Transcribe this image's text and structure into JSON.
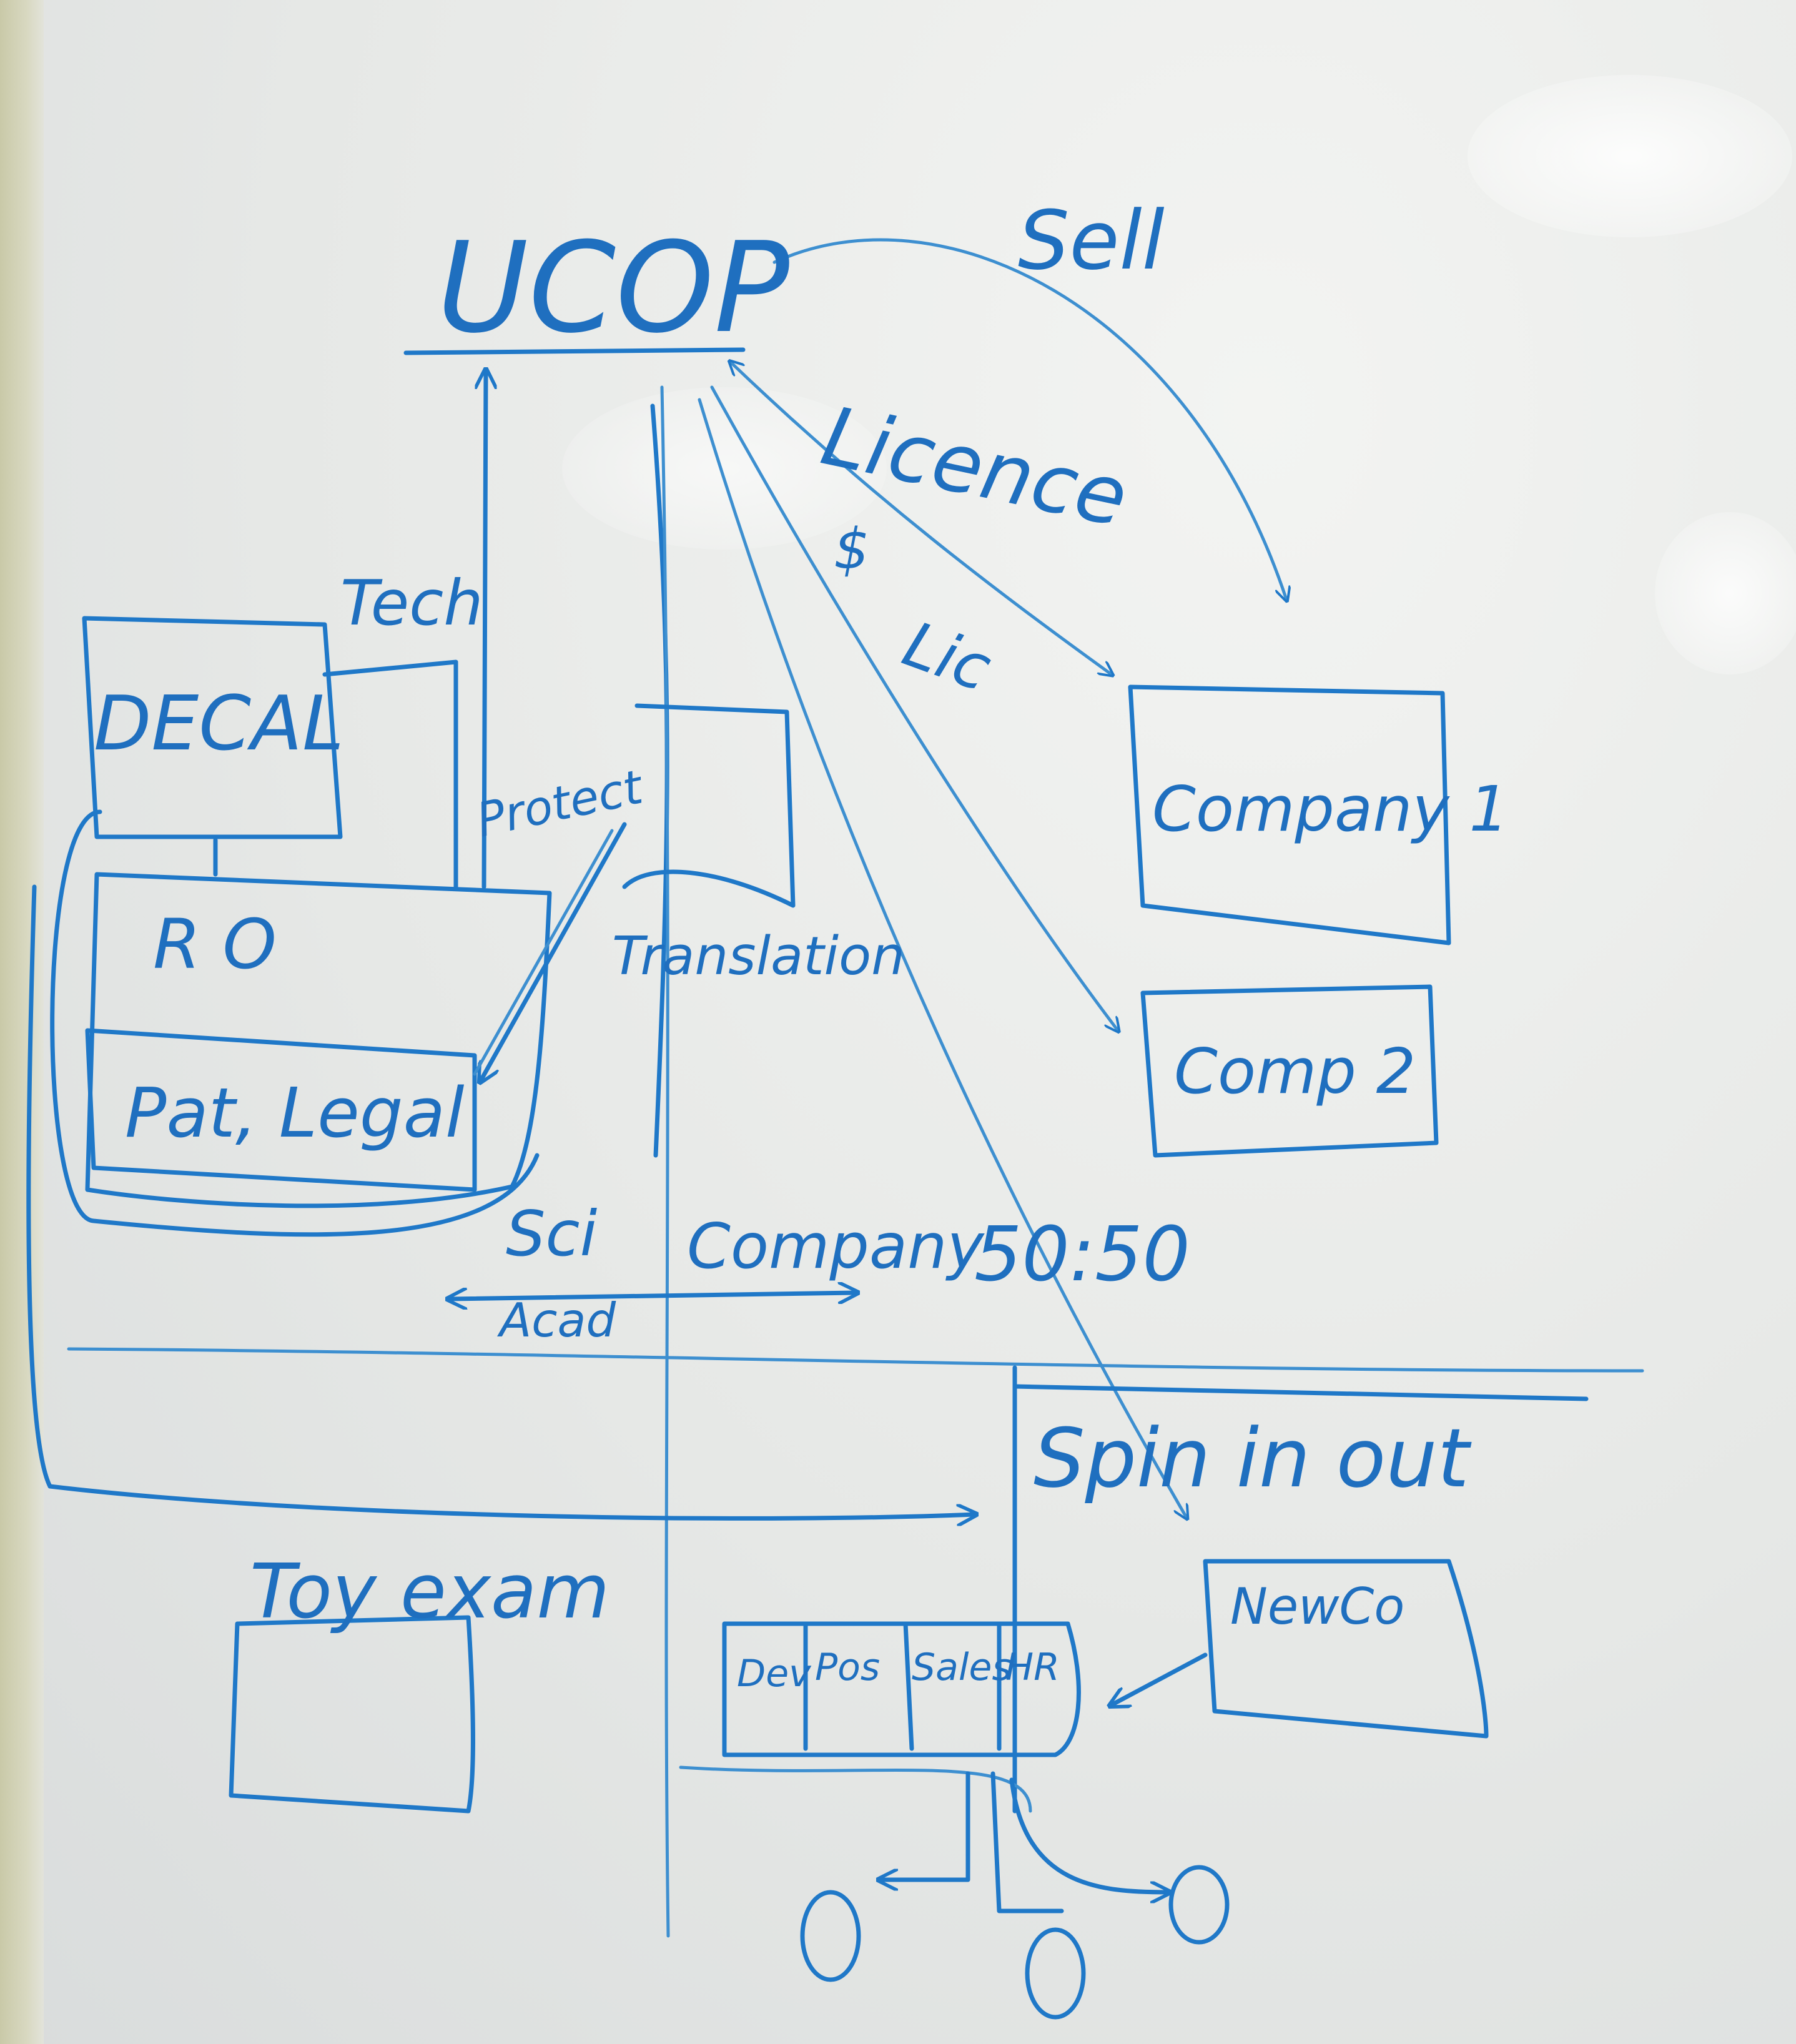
{
  "board": {
    "ink_color": "#1f6fbf",
    "surface_color": "#e6e8e6"
  },
  "labels": {
    "ucop": "UCOP",
    "sell": "Sell",
    "licence": "Licence",
    "dollar": "$",
    "lic": "Lic",
    "tech": "Tech",
    "decal": "DECAL",
    "protect": "Protect",
    "ro": "R O",
    "translation": "Translation",
    "pat_legal": "Pat, Legal",
    "company1": "Company 1",
    "comp2": "Comp 2",
    "sci": "Sci",
    "company": "Company",
    "ratio": "50:50",
    "acad": "Acad",
    "spin_in_out": "Spin in out",
    "toy_exam": "Toy exam",
    "new_co": "NewCo",
    "dev": "Dev",
    "pos": "Pos",
    "sales": "Sales",
    "hr": "HR"
  }
}
